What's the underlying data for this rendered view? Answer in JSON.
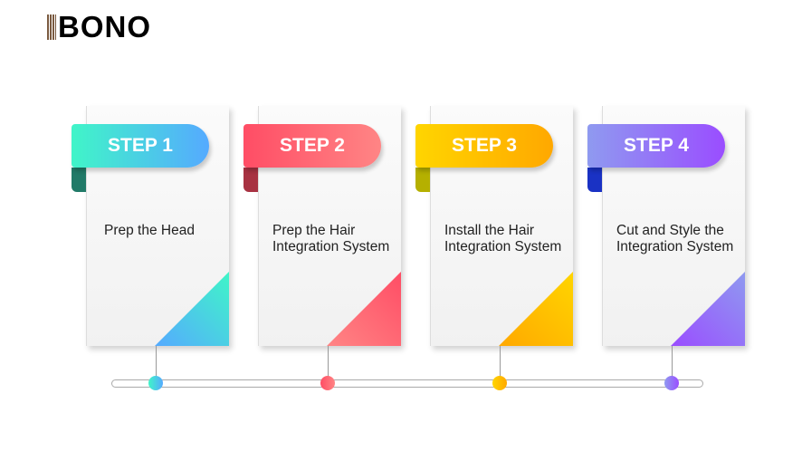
{
  "logo": "BONO",
  "steps": [
    {
      "label": "STEP 1",
      "text": "Prep the Head",
      "c1": "#40f5c8",
      "c2": "#55aaff",
      "fold": "#217a68"
    },
    {
      "label": "STEP 2",
      "text": "Prep the Hair Integration System",
      "c1": "#ff4d65",
      "c2": "#ff8585",
      "fold": "#a83242"
    },
    {
      "label": "STEP 3",
      "text": "Install the Hair Integration System",
      "c1": "#ffd500",
      "c2": "#ffa800",
      "fold": "#b5b000"
    },
    {
      "label": "STEP 4",
      "text": "Cut and Style the Integration System",
      "c1": "#8f9af0",
      "c2": "#9a4dff",
      "fold": "#1a32c4"
    }
  ]
}
